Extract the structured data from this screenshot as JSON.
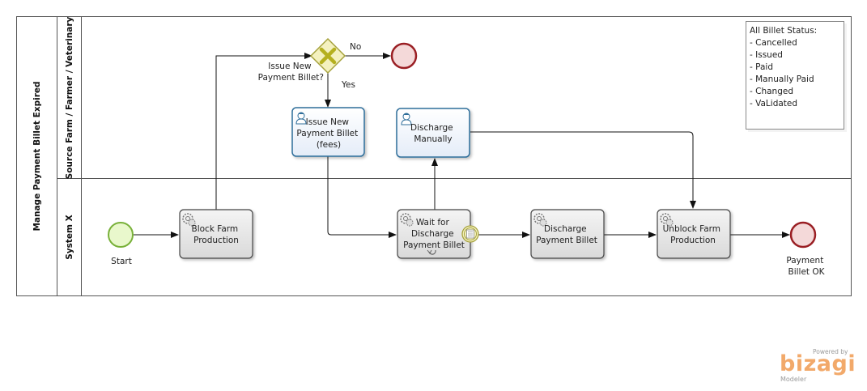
{
  "pool": {
    "title": "Manage Payment Billet Expired"
  },
  "lanes": [
    {
      "title": "Source Farm / Farmer / Veterinary"
    },
    {
      "title": "System X"
    }
  ],
  "events": {
    "start": {
      "label": "Start"
    },
    "end_no": {
      "label": ""
    },
    "end_ok": {
      "lines": [
        "Payment",
        "Billet OK"
      ]
    }
  },
  "gateway": {
    "lines": [
      "Issue New",
      "Payment Billet?"
    ]
  },
  "flow_labels": {
    "no": "No",
    "yes": "Yes"
  },
  "tasks": {
    "block_farm": {
      "lines": [
        "Block Farm",
        "Production"
      ],
      "kind": "service"
    },
    "issue_new": {
      "lines": [
        "Issue New",
        "Payment Billet",
        "(fees)"
      ],
      "kind": "user"
    },
    "discharge_manually": {
      "lines": [
        "Discharge",
        "Manually"
      ],
      "kind": "user"
    },
    "wait_discharge": {
      "lines": [
        "Wait for",
        "Discharge",
        "Payment Billet"
      ],
      "kind": "service"
    },
    "discharge_billet": {
      "lines": [
        "Discharge",
        "Payment Billet"
      ],
      "kind": "service"
    },
    "unblock_farm": {
      "lines": [
        "Unblock Farm",
        "Production"
      ],
      "kind": "service"
    }
  },
  "note": {
    "lines": [
      "All Billet Status:",
      "- Cancelled",
      "- Issued",
      "- Paid",
      "- Manually Paid",
      "- Changed",
      "- VaLidated"
    ]
  },
  "branding": {
    "powered": "Powered by",
    "name": "bizagi",
    "product": "Modeler"
  },
  "colors": {
    "service_fill": "#e3e3e3",
    "user_fill": "#eef3fb",
    "user_stroke": "#2f6e9a",
    "start_fill": "#e7f7c8",
    "start_stroke": "#79b13a",
    "end_fill": "#f3d5d5",
    "end_stroke": "#9a1f24",
    "gateway_fill": "#f4f1bf",
    "gateway_stroke": "#a6a23d",
    "gateway_x": "#b5b01f"
  }
}
